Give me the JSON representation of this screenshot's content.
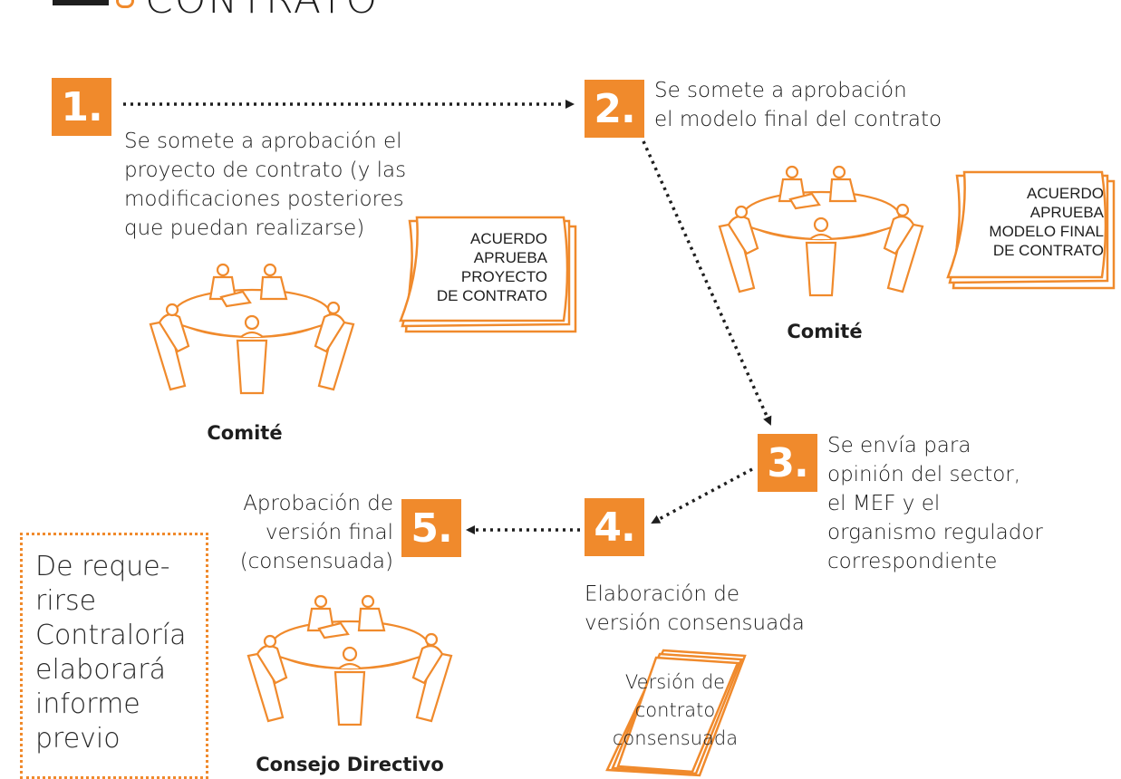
{
  "header": {
    "title": "CONTRATO"
  },
  "steps": [
    {
      "number": "1.",
      "text": "Se somete a aprobación el\nproyecto de contrato (y las\nmodificaciones posteriores\nque puedan realizarse)"
    },
    {
      "number": "2.",
      "text": "Se somete a aprobación\nel modelo final del contrato"
    },
    {
      "number": "3.",
      "text": "Se envía para\nopinión del sector,\nel MEF y el\norganismo regulador\ncorrespondiente"
    },
    {
      "number": "4.",
      "text": "Elaboración de\nversión consensuada"
    },
    {
      "number": "5.",
      "text": "Aprobación de\nversión final\n(consensuada)"
    }
  ],
  "documents": {
    "doc1": "ACUERDO\nAPRUEBA\nPROYECTO\nDE CONTRATO",
    "doc2": "ACUERDO\nAPRUEBA\nMODELO FINAL\nDE CONTRATO",
    "doc4": "Versión de\ncontrato\nconsensuada"
  },
  "labels": {
    "committee1": "Comité",
    "committee2": "Comité",
    "council": "Consejo Directivo"
  },
  "note": "De reque-\nrirse\nContraloría\nelaborará\ninforme\nprevio",
  "colors": {
    "accent": "#f08a2c",
    "text": "#1e1e1e",
    "arrow": "#1e1e1e"
  }
}
